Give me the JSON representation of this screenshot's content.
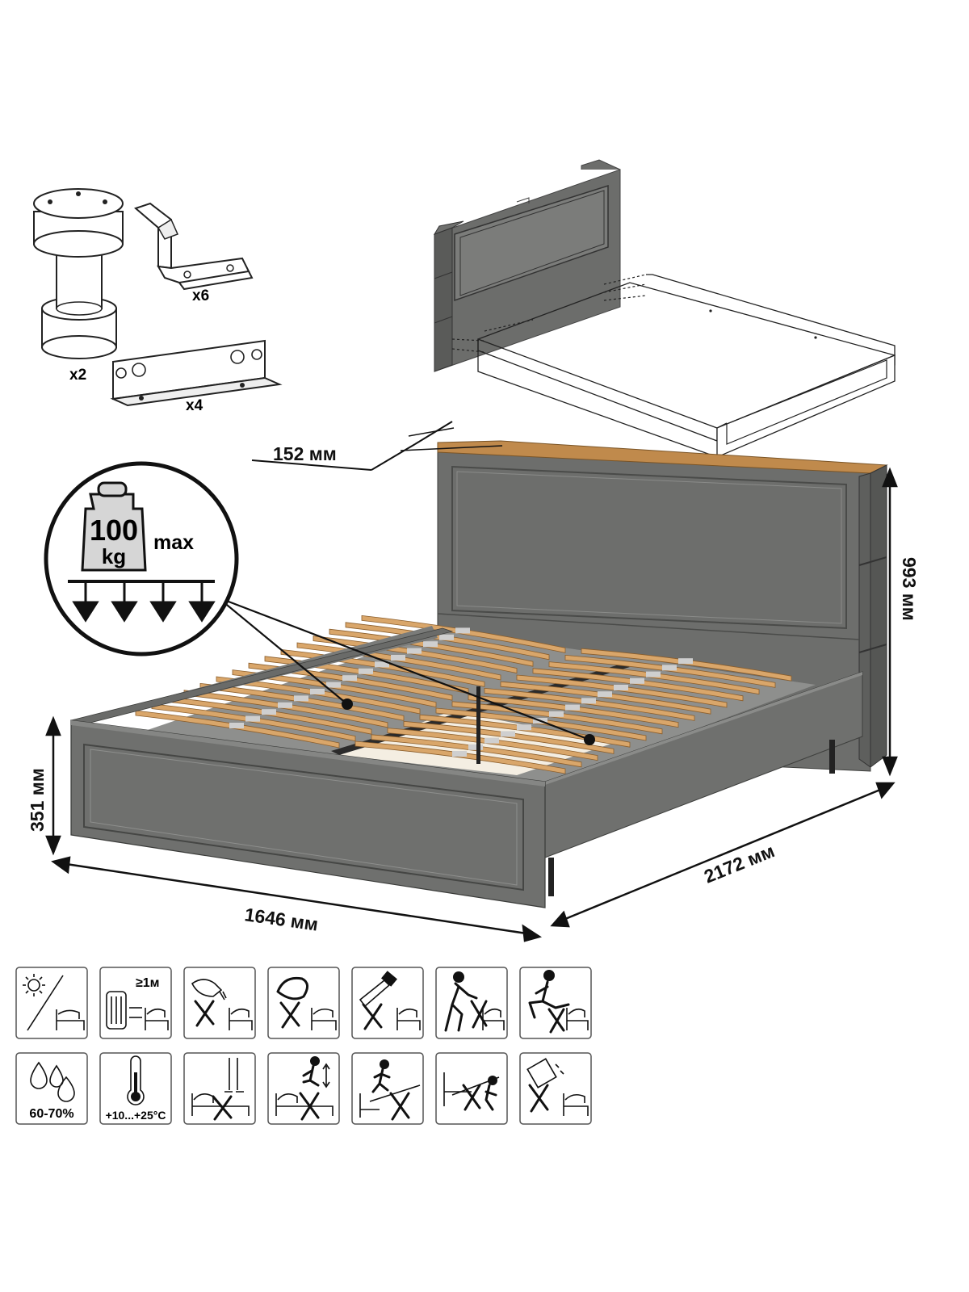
{
  "hardware": {
    "leg_qty": "x2",
    "corner_bracket_qty": "x6",
    "angle_bracket_qty": "x4"
  },
  "load": {
    "value": "100",
    "unit": "kg",
    "suffix": "max"
  },
  "dimensions": {
    "headboard_shelf_depth": "152 мм",
    "height_total": "993 мм",
    "height_frame": "351 мм",
    "width": "1646 мм",
    "length": "2172 мм"
  },
  "care_icons": {
    "row1": [
      {
        "icon": "no-direct-sunlight-icon"
      },
      {
        "icon": "distance-from-heater-icon",
        "label": "≥1м"
      },
      {
        "icon": "no-liquid-spill-icon"
      },
      {
        "icon": "no-abrasive-cleaning-icon"
      },
      {
        "icon": "no-hammer-impact-icon"
      },
      {
        "icon": "no-pushing-icon"
      },
      {
        "icon": "no-kicking-icon"
      }
    ],
    "row2": [
      {
        "icon": "humidity-icon",
        "label": "60-70%"
      },
      {
        "icon": "temperature-icon",
        "label": "+10...+25°C"
      },
      {
        "icon": "no-standing-on-bed-icon"
      },
      {
        "icon": "no-jumping-icon"
      },
      {
        "icon": "no-running-jump-icon"
      },
      {
        "icon": "no-climbing-icon"
      },
      {
        "icon": "no-tipping-icon"
      }
    ]
  },
  "colors": {
    "body_gray": "#6f706e",
    "body_gray_dark": "#5d5e5c",
    "oak_top": "#c08a4c",
    "slat": "#d9a66a"
  }
}
